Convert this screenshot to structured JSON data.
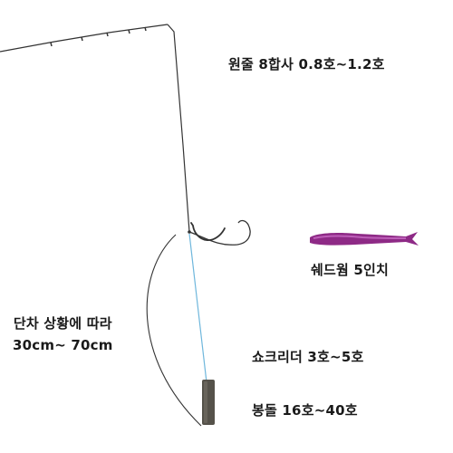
{
  "labels": {
    "main_line": "원줄 8합사 0.8호~1.2호",
    "soft_bait": "쉐드웜 5인치",
    "dropper_length_line1": "단차 상황에 따라",
    "dropper_length_line2": "30cm~ 70cm",
    "leader": "쇼크리더 3호~5호",
    "sinker": "봉돌 16호~40호"
  },
  "colors": {
    "main_line": "#333333",
    "leader_line": "#6fb7dc",
    "worm_body": "#8e2a86",
    "worm_highlight": "#c96bc4",
    "sinker": "#55524a",
    "text": "#1a1a1a"
  },
  "icons": {
    "rod": "fishing-rod",
    "hook": "hook",
    "worm": "shad-worm",
    "sinker": "bottom-sinker"
  }
}
